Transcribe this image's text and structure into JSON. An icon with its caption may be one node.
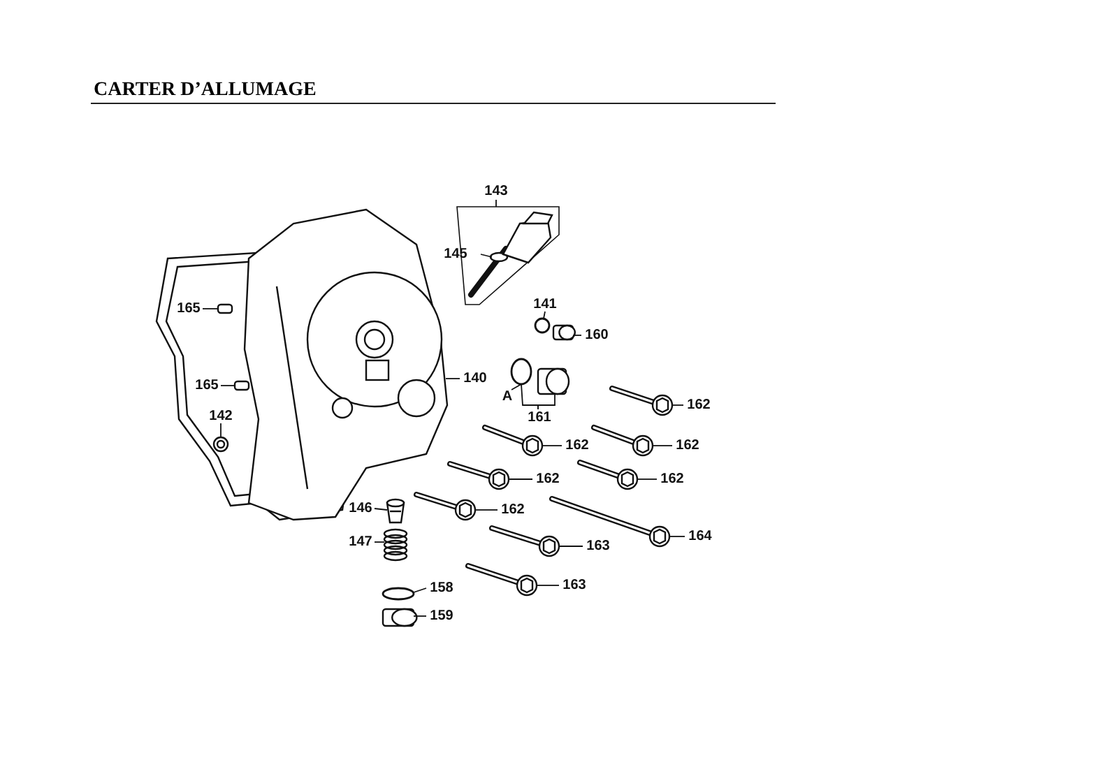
{
  "diagram": {
    "title": "CARTER D’ALLUMAGE",
    "nodes": [
      {
        "text": [
          "143"
        ]
      },
      {
        "text": [],
        "shape": "box"
      },
      {
        "text": [
          "145"
        ]
      },
      {
        "text": [],
        "shape": "picture",
        "in": 1
      },
      {
        "text": [
          "141"
        ]
      },
      {
        "text": [],
        "shape": "circle"
      },
      {
        "text": [
          "160"
        ]
      },
      {
        "text": [],
        "shape": "picture"
      },
      {
        "text": [
          "A"
        ]
      },
      {
        "text": [
          "161"
        ]
      },
      {
        "text": [],
        "shape": "circle"
      },
      {
        "text": [],
        "shape": "picture"
      },
      {
        "text": [
          "165"
        ]
      },
      {
        "text": [],
        "shape": "box"
      },
      {
        "text": [
          "165"
        ]
      },
      {
        "text": [],
        "shape": "box"
      },
      {
        "text": [
          "142"
        ]
      },
      {
        "text": [],
        "shape": "picture"
      },
      {
        "text": [
          "140"
        ]
      },
      {
        "text": [],
        "shape": "picture"
      },
      {
        "text": [
          "162"
        ]
      },
      {
        "text": [],
        "shape": "picture"
      },
      {
        "text": [
          "162"
        ]
      },
      {
        "text": [],
        "shape": "picture"
      },
      {
        "text": [
          "162"
        ]
      },
      {
        "text": [],
        "shape": "picture"
      },
      {
        "text": [
          "162"
        ]
      },
      {
        "text": [],
        "shape": "picture"
      },
      {
        "text": [
          "162"
        ]
      },
      {
        "text": [],
        "shape": "picture"
      },
      {
        "text": [
          "162"
        ]
      },
      {
        "text": [],
        "shape": "picture"
      },
      {
        "text": [
          "146"
        ]
      },
      {
        "text": [],
        "shape": "cylinder"
      },
      {
        "text": [
          "147"
        ]
      },
      {
        "text": [],
        "shape": "picture"
      },
      {
        "text": [
          "158"
        ]
      },
      {
        "text": [],
        "shape": "circle"
      },
      {
        "text": [
          "159"
        ]
      },
      {
        "text": [],
        "shape": "picture"
      },
      {
        "text": [
          "163"
        ]
      },
      {
        "text": [],
        "shape": "picture"
      },
      {
        "text": [
          "164"
        ]
      },
      {
        "text": [],
        "shape": "picture"
      },
      {
        "text": [
          "163"
        ]
      },
      {
        "text": [],
        "shape": "picture"
      }
    ],
    "edges": [
      {
        "from": 0,
        "to": 1,
        "arrow": "none"
      },
      {
        "from": 2,
        "to": 3,
        "arrow": "none"
      },
      {
        "from": 4,
        "to": 5,
        "arrow": "none"
      },
      {
        "from": 6,
        "to": 7,
        "arrow": "none"
      },
      {
        "from": 8,
        "to": 10,
        "arrow": "none"
      },
      {
        "from": 9,
        "to": 10,
        "arrow": "none"
      },
      {
        "from": 9,
        "to": 11,
        "arrow": "none"
      },
      {
        "from": 12,
        "to": 13,
        "arrow": "none"
      },
      {
        "from": 14,
        "to": 15,
        "arrow": "none"
      },
      {
        "from": 16,
        "to": 17,
        "arrow": "none"
      },
      {
        "from": 18,
        "to": 19,
        "arrow": "none"
      },
      {
        "from": 20,
        "to": 21,
        "arrow": "none"
      },
      {
        "from": 22,
        "to": 23,
        "arrow": "none"
      },
      {
        "from": 24,
        "to": 25,
        "arrow": "none"
      },
      {
        "from": 26,
        "to": 27,
        "arrow": "none"
      },
      {
        "from": 28,
        "to": 29,
        "arrow": "none"
      },
      {
        "from": 30,
        "to": 31,
        "arrow": "none"
      },
      {
        "from": 32,
        "to": 33,
        "arrow": "none"
      },
      {
        "from": 34,
        "to": 35,
        "arrow": "none"
      },
      {
        "from": 36,
        "to": 37,
        "arrow": "none"
      },
      {
        "from": 38,
        "to": 39,
        "arrow": "none"
      },
      {
        "from": 40,
        "to": 41,
        "arrow": "none"
      },
      {
        "from": 42,
        "to": 43,
        "arrow": "none"
      },
      {
        "from": 44,
        "to": 45,
        "arrow": "none"
      }
    ]
  }
}
